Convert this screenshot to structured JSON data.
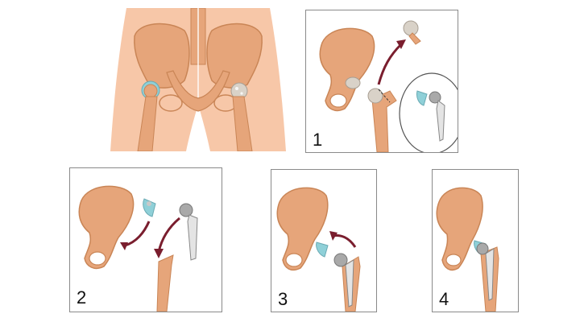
{
  "steps": [
    {
      "number": "1"
    },
    {
      "number": "2"
    },
    {
      "number": "3"
    },
    {
      "number": "4"
    }
  ],
  "colors": {
    "skin": "#f7c7a8",
    "bone": "#e6a57a",
    "bone_shade": "#c98556",
    "cartilage": "#8fd0d8",
    "implant": "#a9a9a9",
    "implant_light": "#e4e4e4",
    "damaged": "#d9d2c8",
    "arrow": "#7a1e2e",
    "border": "#8a8a8a"
  }
}
